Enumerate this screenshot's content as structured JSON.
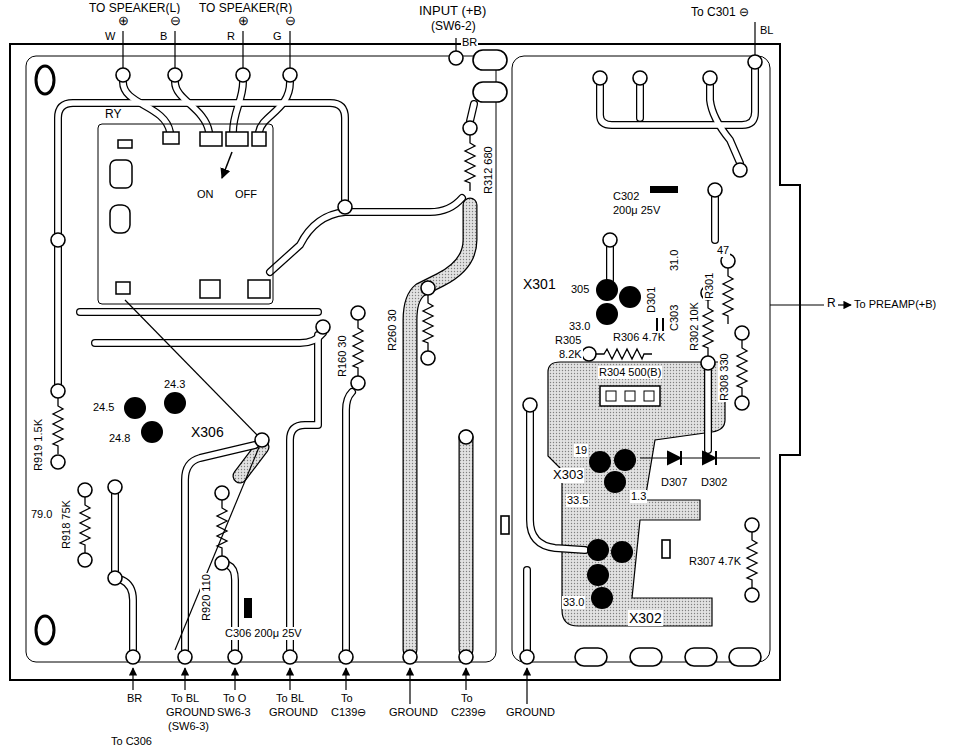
{
  "diagram": {
    "labels": [
      "TO SPEAKER(L)",
      "TO SPEAKER(R)",
      "INPUT (+B)",
      "(SW6-2)",
      "To C301 ⊖",
      "⊕",
      "W",
      "⊖",
      "B",
      "⊕",
      "R",
      "⊖",
      "G",
      "BR",
      "BL",
      "RY",
      "ON",
      "OFF",
      "C302",
      "200μ 25V",
      "R301",
      "47",
      "31.0",
      "D301",
      "C303",
      "R302 10K",
      "X301",
      "305",
      "33.0",
      "R305",
      "8.2K",
      "R306 4.7K",
      "R304 500(B)",
      "R308 330",
      "R",
      "To PREAMP(+B)",
      "19",
      "X303",
      "33.5",
      "1.3",
      "D307",
      "D302",
      "R307 4.7K",
      "X302",
      "33.0",
      "R312 680",
      "R160 30",
      "R260 30",
      "24.5",
      "24.3",
      "24.8",
      "X306",
      "R919 1.5K",
      "79.0",
      "R918 75K",
      "R920 110",
      "C306 200μ 25V",
      "BR",
      "To C306",
      "To BL",
      "GROUND",
      "(SW6-3)",
      "To O",
      "SW6-3",
      "To BL",
      "GROUND",
      "To",
      "C139⊖",
      "GROUND",
      "To",
      "C239⊖",
      "GROUND"
    ]
  }
}
